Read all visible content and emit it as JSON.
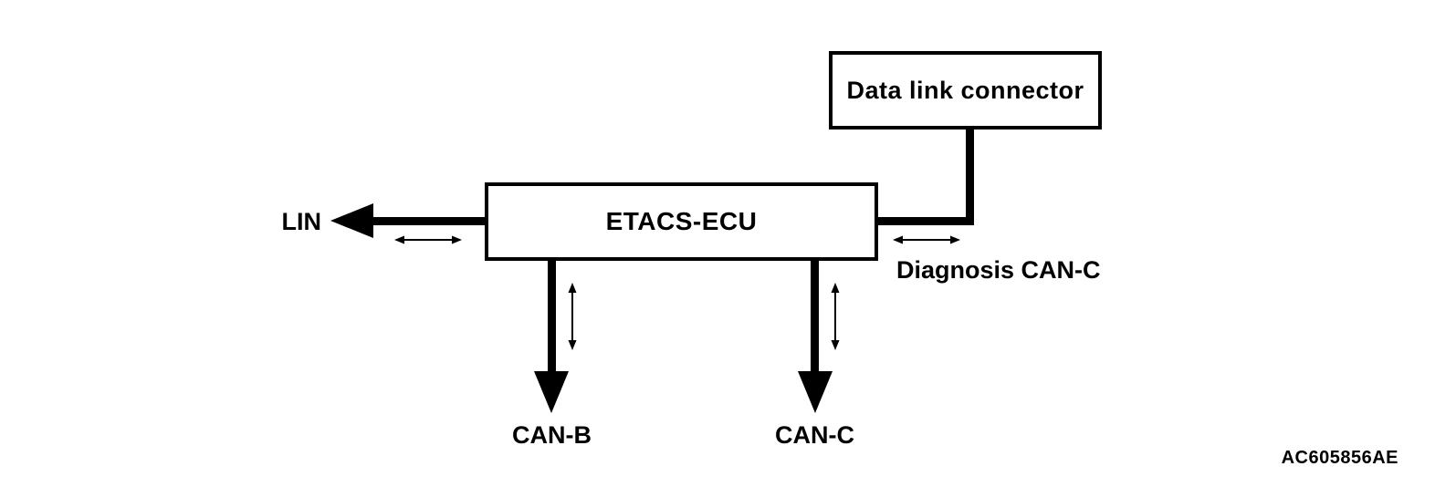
{
  "diagram": {
    "colors": {
      "background": "#ffffff",
      "ink": "#000000"
    },
    "nodes": {
      "data_link_connector": {
        "label": "Data link connector"
      },
      "etacs_ecu": {
        "label": "ETACS-ECU"
      }
    },
    "buses": {
      "lin": {
        "label": "LIN"
      },
      "can_b": {
        "label": "CAN-B"
      },
      "can_c": {
        "label": "CAN-C"
      },
      "diagnosis_can_c": {
        "label": "Diagnosis CAN-C"
      }
    },
    "figure_code": "AC605856AE"
  }
}
